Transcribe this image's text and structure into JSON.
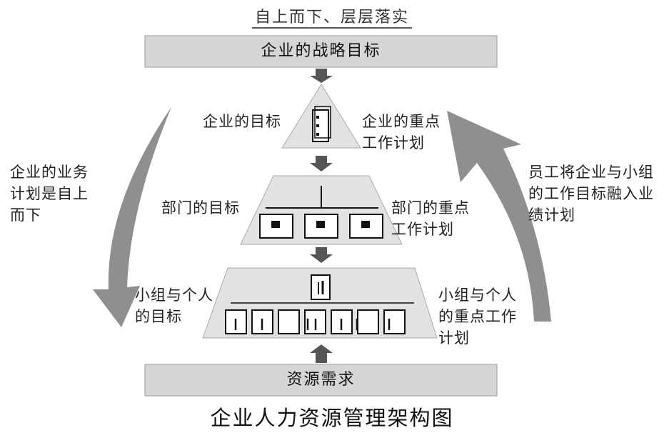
{
  "diagram": {
    "top_caption": "自上而下、层层落实",
    "top_bar": "企业的战略目标",
    "bottom_bar": "资源需求",
    "bottom_caption": "企业人力资源管理架构图",
    "left_arrow_text": "企业的业务计划是自上而下",
    "right_arrow_text": "员工将企业与小组的工作目标融入业绩计划",
    "levels": [
      {
        "left": "企业的目标",
        "right": "企业的重点工作计划"
      },
      {
        "left": "部门的目标",
        "right": "部门的重点工作计划"
      },
      {
        "left": "小组与个人的目标",
        "right": "小组与个人的重点工作计划"
      }
    ],
    "colors": {
      "bar_fill": "#d6d6d6",
      "pyramid_fill": "#e2e2e2",
      "arrow_fill": "#8f8f8f",
      "dark_arrow": "#555555"
    }
  }
}
